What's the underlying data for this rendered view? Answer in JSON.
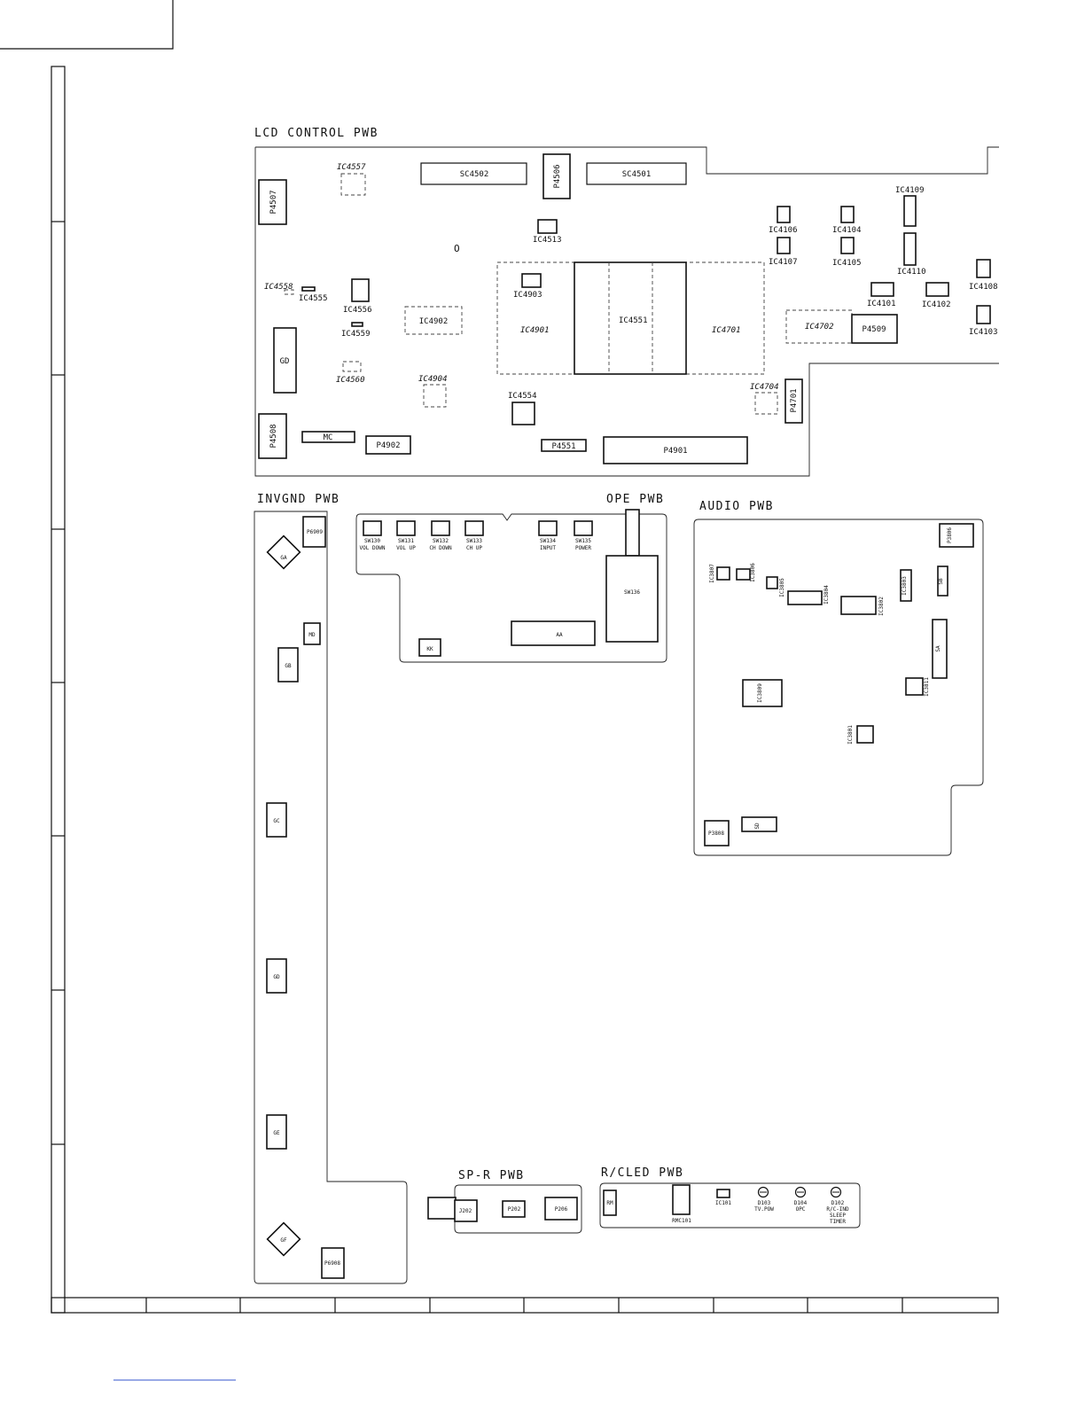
{
  "boards": {
    "lcd": {
      "title": "LCD CONTROL PWB",
      "parts": {
        "p4507": "P4507",
        "ic4557": "IC4557",
        "sc4502": "SC4502",
        "p4506": "P4506",
        "sc4501": "SC4501",
        "ic4109": "IC4109",
        "ic4513": "IC4513",
        "o": "O",
        "ic4106": "IC4106",
        "ic4104": "IC4104",
        "ic4107": "IC4107",
        "ic4105": "IC4105",
        "ic4110": "IC4110",
        "ic4108": "IC4108",
        "ic4558": "IC4558",
        "ic4555": "IC4555",
        "ic4903": "IC4903",
        "ic4101": "IC4101",
        "ic4102": "IC4102",
        "ic4556": "IC4556",
        "ic4902": "IC4902",
        "ic4901": "IC4901",
        "ic4551": "IC4551",
        "ic4701": "IC4701",
        "ic4702": "IC4702",
        "p4509": "P4509",
        "ic4103": "IC4103",
        "ic4559": "IC4559",
        "gd": "GD",
        "ic4560": "IC4560",
        "ic4904": "IC4904",
        "ic4554": "IC4554",
        "ic4704": "IC4704",
        "p4701": "P4701",
        "p4508": "P4508",
        "mc": "MC",
        "p4902": "P4902",
        "p4551": "P4551",
        "p4901": "P4901"
      }
    },
    "invgnd": {
      "title": "INVGND PWB",
      "parts": {
        "p6909": "P6909",
        "ga": "GA",
        "md": "MD",
        "gb": "GB",
        "gc": "GC",
        "gd": "GD",
        "ge": "GE",
        "gf": "GF",
        "p6908": "P6908"
      }
    },
    "ope": {
      "title": "OPE PWB",
      "switches": [
        {
          "ref": "SW130",
          "name": "VOL DOWN"
        },
        {
          "ref": "SW131",
          "name": "VOL UP"
        },
        {
          "ref": "SW132",
          "name": "CH DOWN"
        },
        {
          "ref": "SW133",
          "name": "CH UP"
        },
        {
          "ref": "SW134",
          "name": "INPUT"
        },
        {
          "ref": "SW135",
          "name": "POWER"
        }
      ],
      "parts": {
        "sw136": "SW136",
        "aa": "AA",
        "kk": "KK"
      }
    },
    "audio": {
      "title": "AUDIO PWB",
      "parts": {
        "p3806": "P3806",
        "ic3807": "IC3807",
        "ic3806": "IC3806",
        "ic3805": "IC3805",
        "ic3804": "IC3804",
        "ic3802": "IC3802",
        "ic3803": "IC3803",
        "sb": "SB",
        "sa": "SA",
        "ic3809": "IC3809",
        "ic3811": "IC3811",
        "ic3801": "IC3801",
        "p3808": "P3808",
        "sd": "SD"
      }
    },
    "spr": {
      "title": "SP-R PWB",
      "parts": {
        "j202": "J202",
        "p202": "P202",
        "p206": "P206"
      }
    },
    "rcled": {
      "title": "R/CLED PWB",
      "parts": {
        "rm": "RM",
        "rmc101": "RMC101",
        "ic101": "IC101",
        "d103": "D103",
        "d103_fn": "TV.POW",
        "d104": "D104",
        "d104_fn": "OPC",
        "d102": "D102",
        "d102_fn1": "R/C-IND",
        "d102_fn2": "SLEEP",
        "d102_fn3": "TIMER"
      }
    }
  }
}
